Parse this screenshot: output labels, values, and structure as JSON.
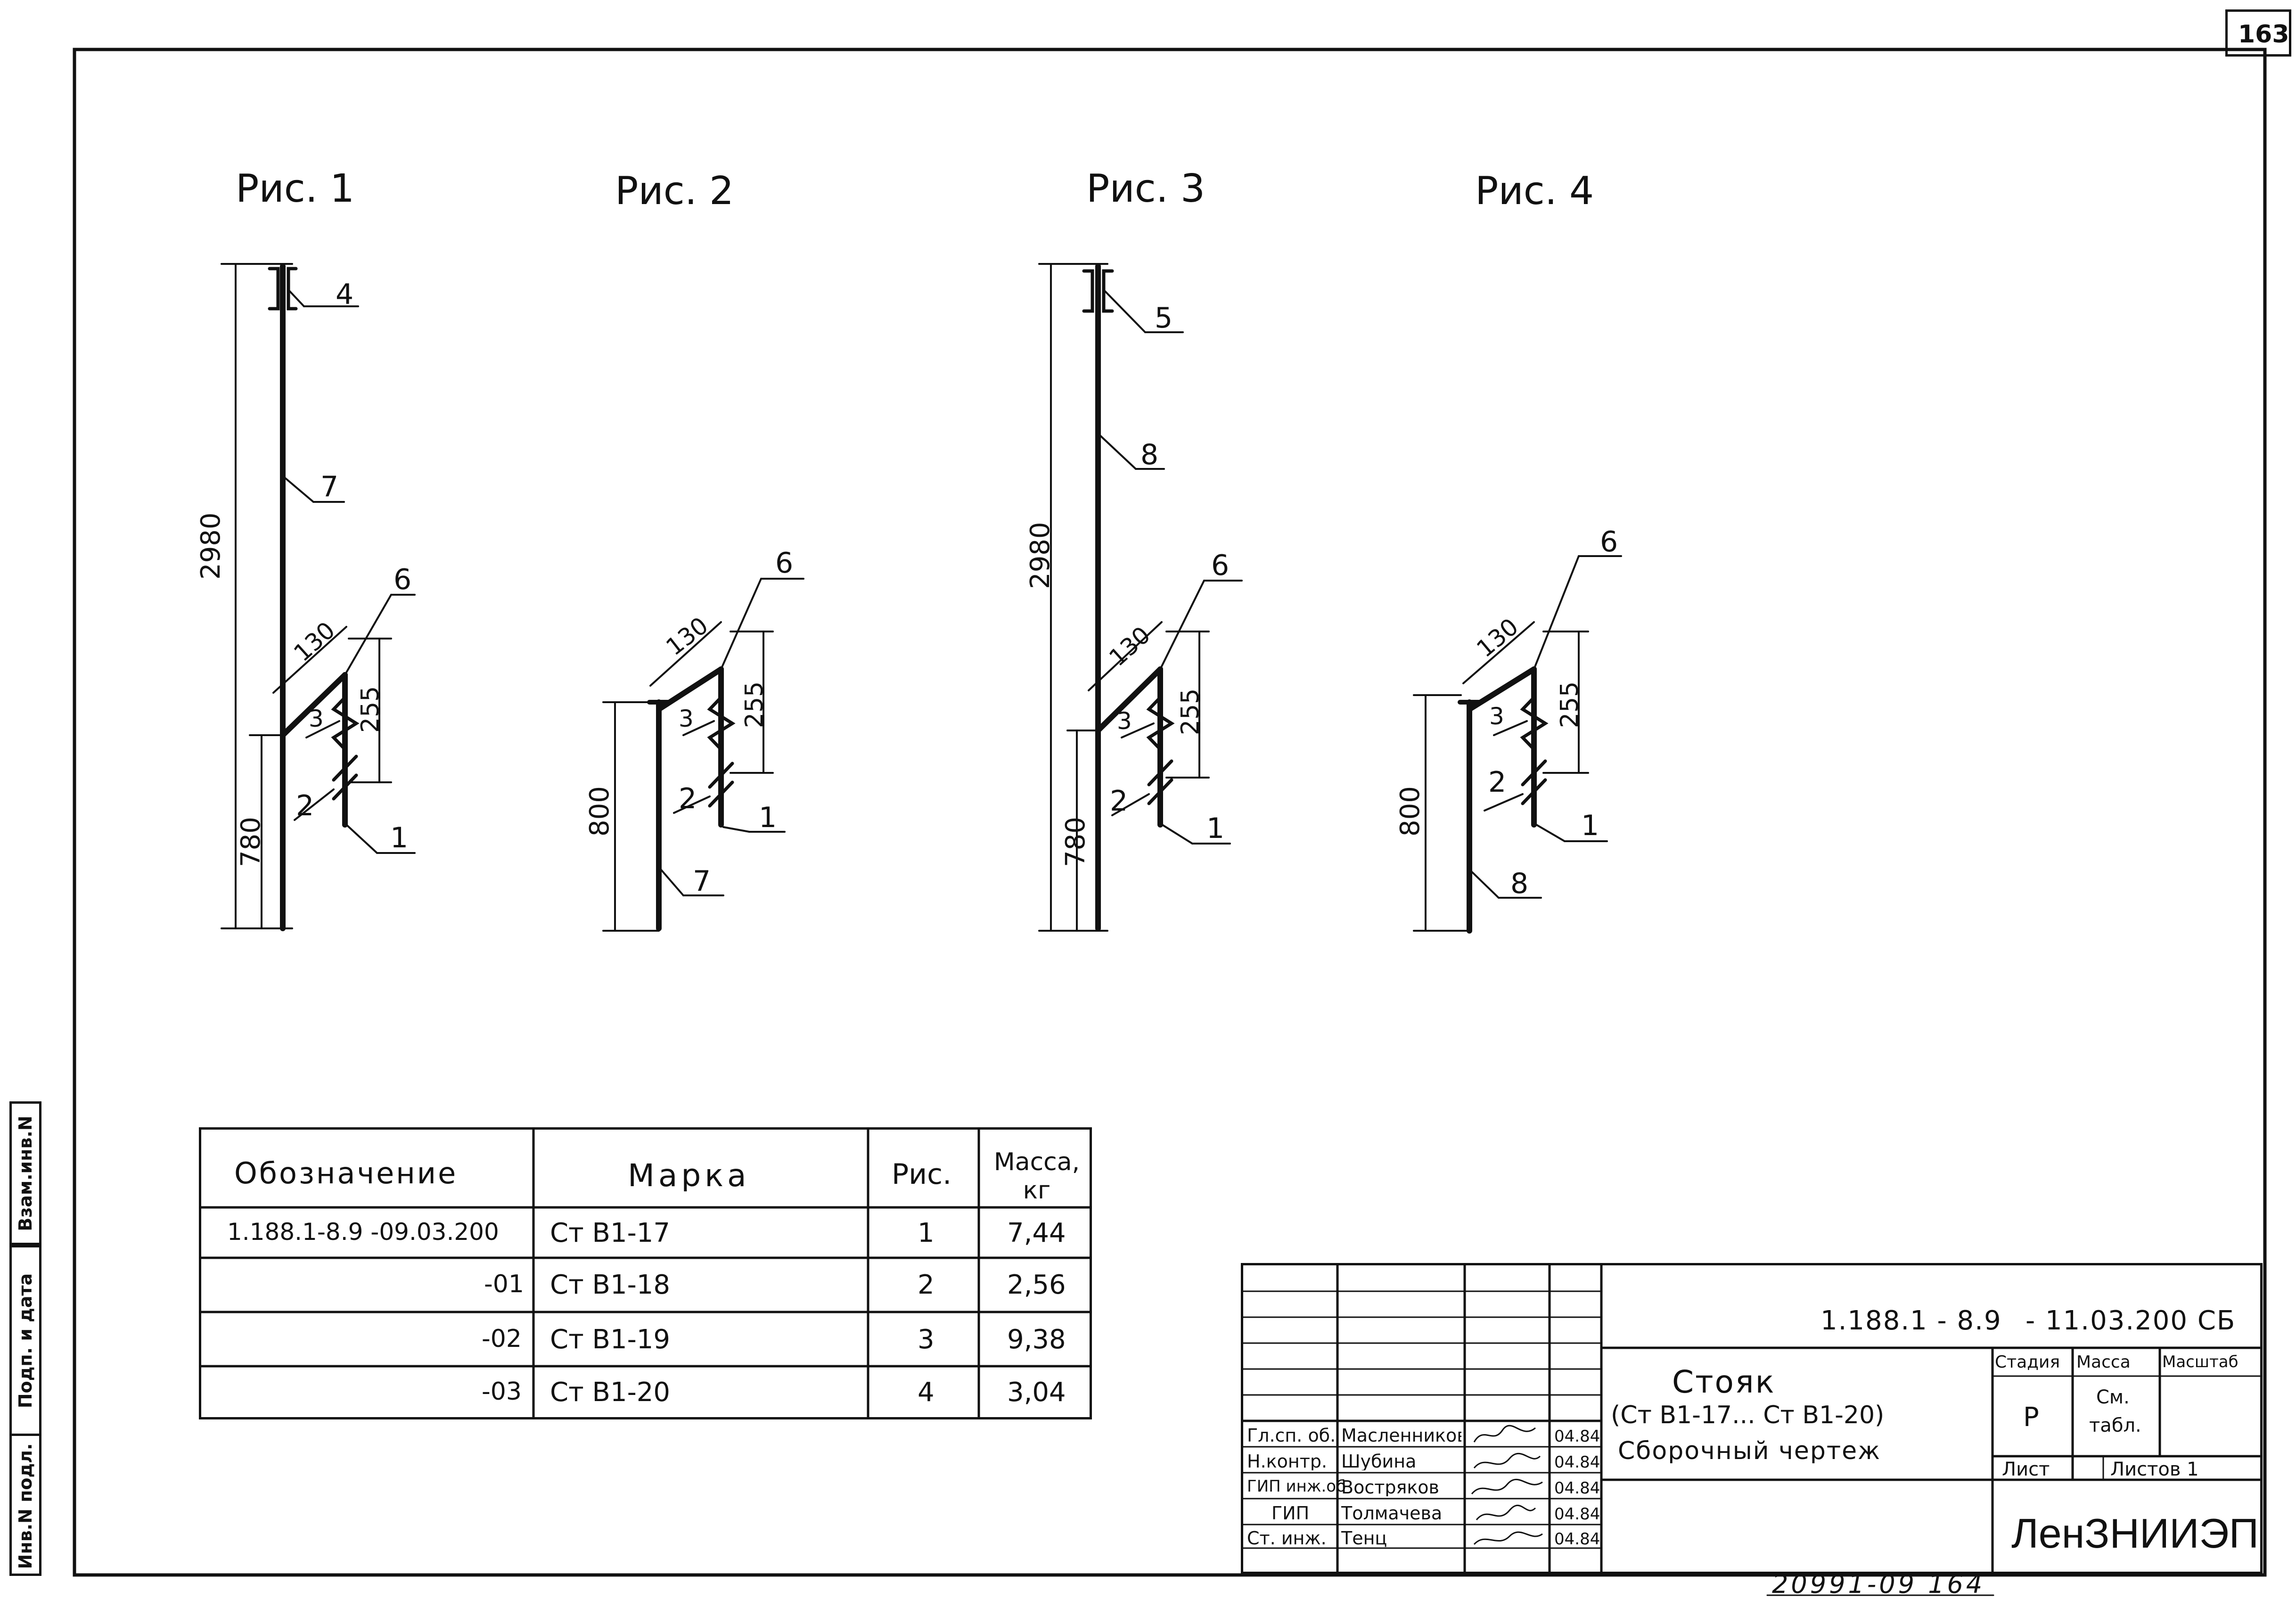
{
  "sheet": {
    "page_number": "163",
    "bottom_code": "20991-09 164"
  },
  "side_stamp": {
    "cells": [
      "Инв.N подл.",
      "Подп. и дата",
      "Взам.инв.N"
    ]
  },
  "figures": [
    {
      "title": "Рис. 1",
      "labels": {
        "top_item": "4",
        "rod": "7",
        "bracket": "6",
        "spring": "3",
        "clamp": "2",
        "base": "1"
      },
      "dims": {
        "total": "2980",
        "lower": "780",
        "diag": "130",
        "span": "255"
      }
    },
    {
      "title": "Рис. 2",
      "labels": {
        "rod": "7",
        "bracket": "6",
        "spring": "3",
        "clamp": "2",
        "base": "1"
      },
      "dims": {
        "lower": "800",
        "diag": "130",
        "span": "255"
      }
    },
    {
      "title": "Рис. 3",
      "labels": {
        "top_item": "5",
        "rod": "8",
        "bracket": "6",
        "spring": "3",
        "clamp": "2",
        "base": "1"
      },
      "dims": {
        "total": "2980",
        "lower": "780",
        "diag": "130",
        "span": "255"
      }
    },
    {
      "title": "Рис. 4",
      "labels": {
        "rod": "8",
        "bracket": "6",
        "spring": "3",
        "clamp": "2",
        "base": "1"
      },
      "dims": {
        "lower": "800",
        "diag": "130",
        "span": "255"
      }
    }
  ],
  "spec_table": {
    "headers": [
      "Обозначение",
      "Марка",
      "Рис.",
      "Масса, кг"
    ],
    "rows": [
      {
        "designation": "1.188.1-8.9 -09.03.200",
        "mark": "Ст В1-17",
        "fig": "1",
        "mass": "7,44"
      },
      {
        "designation": "-01",
        "mark": "Ст В1-18",
        "fig": "2",
        "mass": "2,56"
      },
      {
        "designation": "-02",
        "mark": "Ст В1-19",
        "fig": "3",
        "mass": "9,38"
      },
      {
        "designation": "-03",
        "mark": "Ст В1-20",
        "fig": "4",
        "mass": "3,04"
      }
    ]
  },
  "title_block": {
    "doc_code": "1.188.1 - 8.9",
    "doc_suffix": "- 11.03.200 СБ",
    "name_line1": "Стояк",
    "name_line2": "(Ст В1-17... Ст В1-20)",
    "name_line3": "Сборочный чертеж",
    "headers": {
      "stage": "Стадия",
      "mass": "Масса",
      "scale": "Масштаб"
    },
    "stage_value": "Р",
    "mass_value_1": "См.",
    "mass_value_2": "табл.",
    "sheet_label": "Лист",
    "sheets_label": "Листов 1",
    "organization": "ЛенЗНИИЭП",
    "signatures": [
      {
        "role": "Гл.сп. об.",
        "name": "Масленников",
        "date": "04.84"
      },
      {
        "role": "Н.контр.",
        "name": "Шубина",
        "date": "04.84"
      },
      {
        "role": "ГИП инж.об",
        "name": "Востряков",
        "date": "04.84"
      },
      {
        "role": "ГИП",
        "name": "Толмачева",
        "date": "04.84"
      },
      {
        "role": "Ст. инж.",
        "name": "Тенц",
        "date": "04.84"
      }
    ]
  },
  "colors": {
    "ink": "#111111",
    "paper": "#ffffff"
  }
}
